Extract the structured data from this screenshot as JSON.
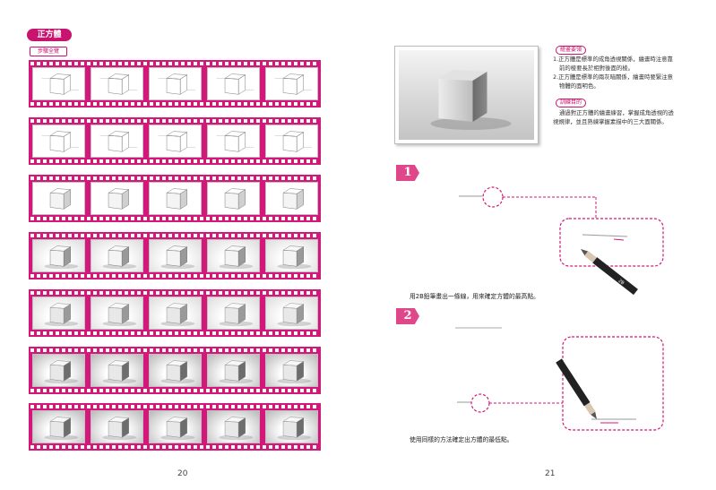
{
  "left_page": {
    "title": "正方體",
    "subtitle": "步驟全覽",
    "page_number": "20",
    "stages": 7,
    "frames_per_strip": 5
  },
  "right_page": {
    "page_number": "21",
    "notes": {
      "tag1": "繪畫要領",
      "item1": "1.正方體是標準的成角透視關係，繪畫時注意靠",
      "item1b": "前的棱要長於相對後面的棱。",
      "item2": "2.正方體是標準的兩灰暗關係，繪畫時要緊注意",
      "item2b": "物體的面明色。",
      "tag2": "訓練目的",
      "purpose": "通過對正方體的繪畫練習，掌握成角透視的透",
      "purpose2": "視規律，並且熟練掌握素描中的三大面關係。"
    },
    "steps": [
      {
        "number": "1",
        "caption": "用2B鉛筆畫出一條線，用來確定方體的最高點。"
      },
      {
        "number": "2",
        "caption": "使用同樣的方法確定出方體的最低點。"
      }
    ],
    "pencil_label": "2B",
    "accent_color": "#d4177a"
  }
}
